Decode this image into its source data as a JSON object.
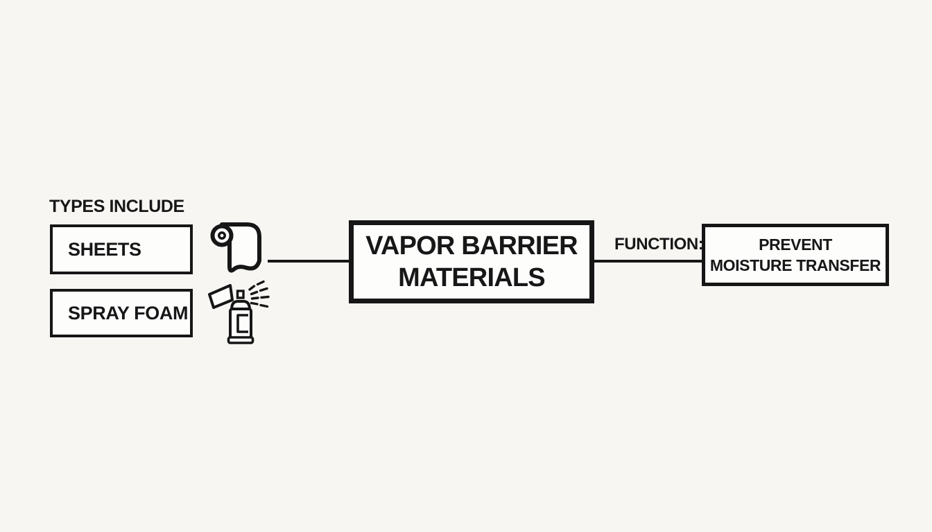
{
  "diagram": {
    "background_color": "#f7f6f3",
    "ink_color": "#161616",
    "types_label": "TYPES INCLUDE",
    "function_label": "FUNCTION:",
    "type_nodes": [
      {
        "label": "SHEETS",
        "icon": "sheet-roll-icon"
      },
      {
        "label": "SPRAY FOAM",
        "icon": "spray-can-icon"
      }
    ],
    "center_node": {
      "line1": "VAPOR BARRIER",
      "line2": "MATERIALS"
    },
    "function_node": {
      "line1": "PREVENT",
      "line2": "MOISTURE TRANSFER"
    }
  }
}
